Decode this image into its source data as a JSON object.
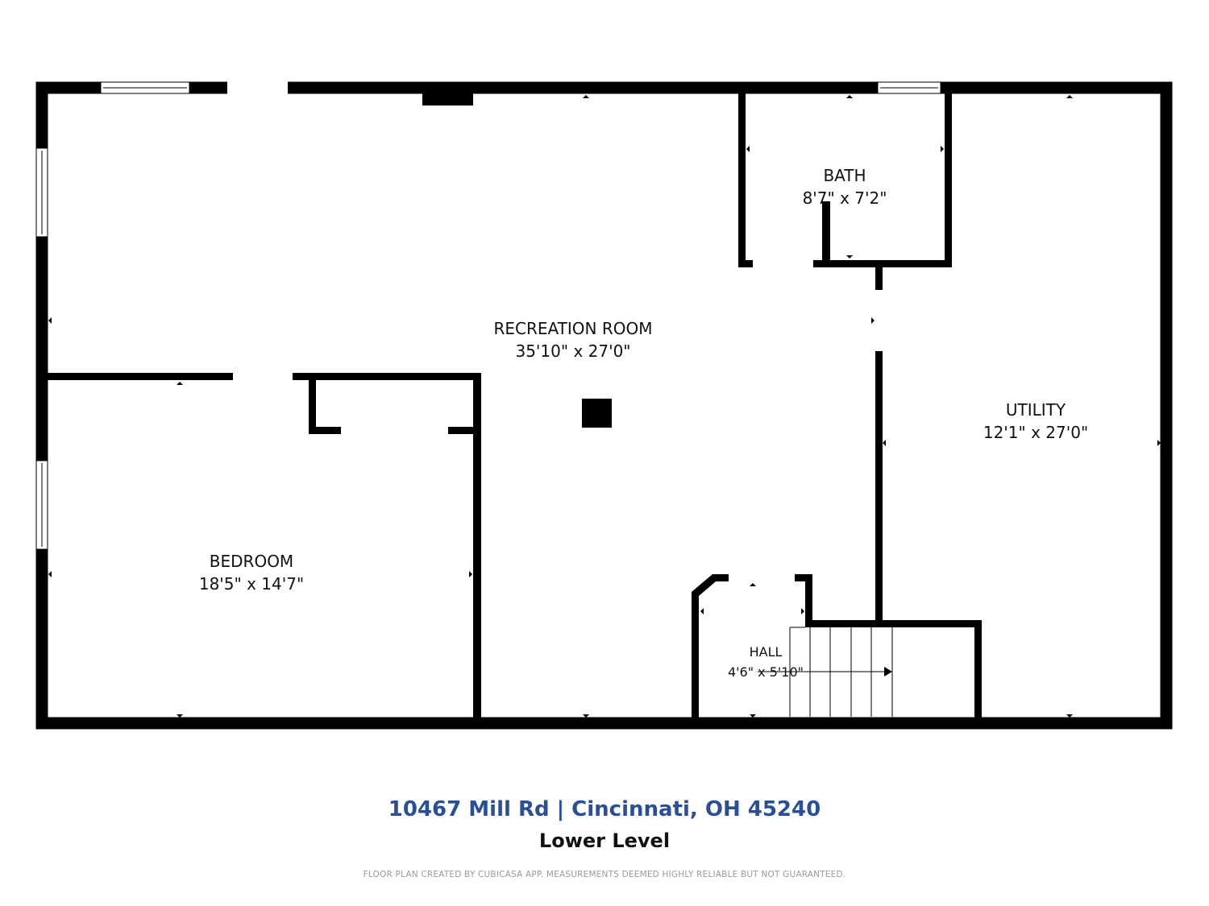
{
  "colors": {
    "wall": "#000000",
    "address": "#2a4f97",
    "footer_text": "#111111",
    "disclaimer": "#9a9a9a"
  },
  "rooms": {
    "recreation": {
      "name": "RECREATION ROOM",
      "dims": "35'10\" x 27'0\""
    },
    "bath": {
      "name": "BATH",
      "dims": "8'7\" x 7'2\""
    },
    "utility": {
      "name": "UTILITY",
      "dims": "12'1\" x 27'0\""
    },
    "bedroom": {
      "name": "BEDROOM",
      "dims": "18'5\" x 14'7\""
    },
    "hall": {
      "name": "HALL",
      "dims": "4'6\" x 5'10\""
    }
  },
  "footer": {
    "address": "10467 Mill Rd | Cincinnati, OH 45240",
    "level": "Lower Level",
    "disclaimer": "FLOOR PLAN CREATED BY CUBICASA APP. MEASUREMENTS DEEMED HIGHLY RELIABLE BUT NOT GUARANTEED."
  }
}
